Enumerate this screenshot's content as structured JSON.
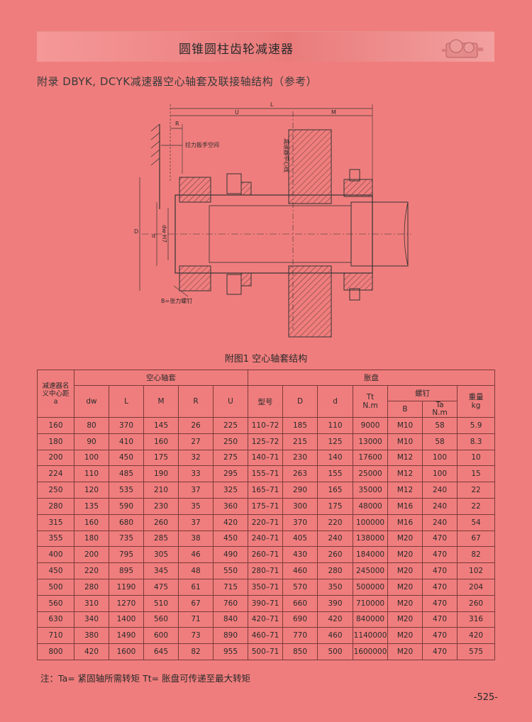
{
  "header": {
    "title": "圆锥圆柱齿轮减速器"
  },
  "section_title": "附录 DBYK, DCYK减速器空心轴套及联接轴结构（参考）",
  "figure": {
    "caption": "附图1   空心轴套结构",
    "labels": {
      "L": "L",
      "U": "U",
      "M": "M",
      "R": "R",
      "wrench_space": "拉力扳手空间",
      "reducer_center": "减速器中心线",
      "D": "D",
      "d": "d",
      "dw": "dw H7",
      "bolt": "B=张力螺钉"
    }
  },
  "table": {
    "group_headers": {
      "center_distance": "减速器名义中心距a",
      "sleeve": "空心轴套",
      "disc": "胀盘"
    },
    "sleeve_cols": [
      "dw",
      "L",
      "M",
      "R",
      "U"
    ],
    "disc_cols": {
      "model": "型号",
      "D": "D",
      "d": "d",
      "tt": "Tt N.m",
      "bolt": "螺钉",
      "bolt_b": "B",
      "bolt_ta": "Ta N.m",
      "weight": "重量 kg"
    },
    "rows": [
      [
        "160",
        "80",
        "370",
        "145",
        "26",
        "225",
        "110–72",
        "185",
        "110",
        "9000",
        "M10",
        "58",
        "5.9"
      ],
      [
        "180",
        "90",
        "410",
        "160",
        "27",
        "250",
        "125–72",
        "215",
        "125",
        "13000",
        "M10",
        "58",
        "8.3"
      ],
      [
        "200",
        "100",
        "450",
        "175",
        "32",
        "275",
        "140–71",
        "230",
        "140",
        "17600",
        "M12",
        "100",
        "10"
      ],
      [
        "224",
        "110",
        "485",
        "190",
        "33",
        "295",
        "155–71",
        "263",
        "155",
        "25000",
        "M12",
        "100",
        "15"
      ],
      [
        "250",
        "120",
        "535",
        "210",
        "37",
        "325",
        "165–71",
        "290",
        "165",
        "35000",
        "M12",
        "240",
        "22"
      ],
      [
        "280",
        "135",
        "590",
        "230",
        "35",
        "360",
        "175–71",
        "300",
        "175",
        "48000",
        "M16",
        "240",
        "22"
      ],
      [
        "315",
        "160",
        "680",
        "260",
        "37",
        "420",
        "220–71",
        "370",
        "220",
        "100000",
        "M16",
        "240",
        "54"
      ],
      [
        "355",
        "180",
        "735",
        "285",
        "38",
        "450",
        "240–71",
        "405",
        "240",
        "138000",
        "M20",
        "470",
        "67"
      ],
      [
        "400",
        "200",
        "795",
        "305",
        "46",
        "490",
        "260–71",
        "430",
        "260",
        "184000",
        "M20",
        "470",
        "82"
      ],
      [
        "450",
        "220",
        "895",
        "345",
        "48",
        "550",
        "280–71",
        "460",
        "280",
        "245000",
        "M20",
        "470",
        "102"
      ],
      [
        "500",
        "280",
        "1190",
        "475",
        "61",
        "715",
        "350–71",
        "570",
        "350",
        "500000",
        "M20",
        "470",
        "204"
      ],
      [
        "560",
        "310",
        "1270",
        "510",
        "67",
        "760",
        "390–71",
        "660",
        "390",
        "710000",
        "M20",
        "470",
        "260"
      ],
      [
        "630",
        "340",
        "1400",
        "560",
        "71",
        "840",
        "420–71",
        "690",
        "420",
        "840000",
        "M20",
        "470",
        "316"
      ],
      [
        "710",
        "380",
        "1490",
        "600",
        "73",
        "890",
        "460–71",
        "770",
        "460",
        "1140000",
        "M20",
        "470",
        "420"
      ],
      [
        "800",
        "420",
        "1600",
        "645",
        "82",
        "955",
        "500–71",
        "850",
        "500",
        "1600000",
        "M20",
        "470",
        "575"
      ]
    ]
  },
  "note": "注：Ta= 紧固轴所需转矩    Tt= 胀盘可传递至最大转矩",
  "page_number": "-525-"
}
